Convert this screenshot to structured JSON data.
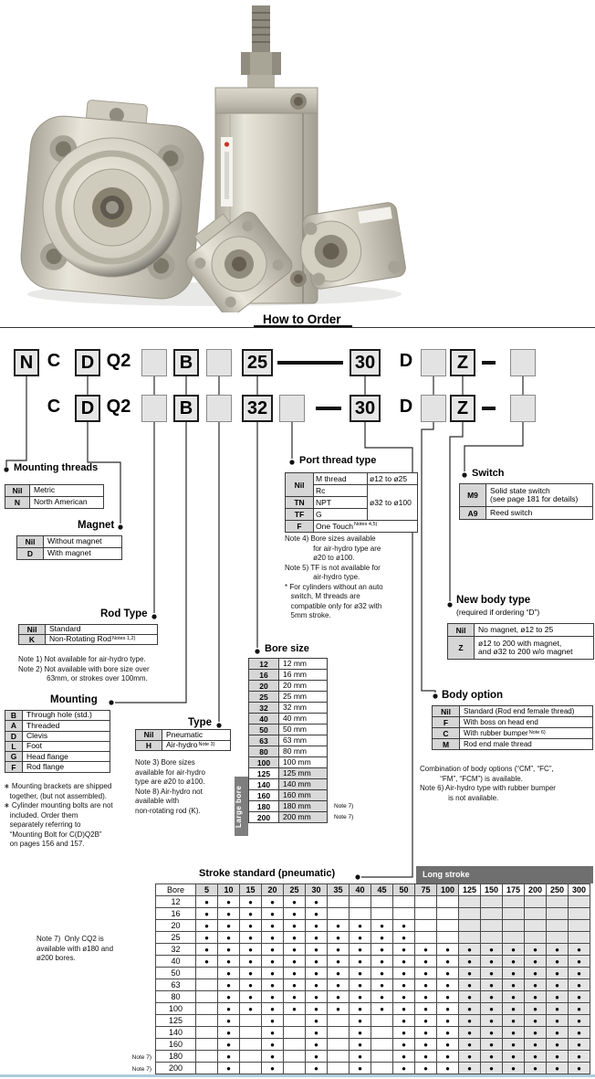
{
  "page": {
    "how_to_order": "How to Order"
  },
  "order": {
    "row1": [
      "N",
      "C",
      "D",
      "Q2",
      "",
      "B",
      "",
      "25",
      "—",
      "30",
      "D",
      "",
      "Z",
      "–",
      ""
    ],
    "row2": [
      "C",
      "D",
      "Q2",
      "",
      "B",
      "",
      "32",
      "",
      "—",
      "30",
      "D",
      "",
      "Z",
      "–",
      ""
    ]
  },
  "mounting_threads": {
    "title": "Mounting threads",
    "rows": [
      {
        "c": "Nil",
        "d": "Metric"
      },
      {
        "c": "N",
        "d": "North American"
      }
    ]
  },
  "magnet": {
    "title": "Magnet",
    "rows": [
      {
        "c": "Nil",
        "d": "Without magnet"
      },
      {
        "c": "D",
        "d": "With magnet"
      }
    ]
  },
  "rod_type": {
    "title": "Rod Type",
    "rows": [
      {
        "c": "Nil",
        "d": "Standard"
      },
      {
        "c": "K",
        "d": "Non-Rotating Rod",
        "sup": "Notes 1,2)"
      }
    ],
    "notes": [
      "Note 1) Not available for air-hydro type.",
      "Note 2) Not available with bore size over",
      "              63mm, or strokes over 100mm."
    ]
  },
  "mounting": {
    "title": "Mounting",
    "rows": [
      {
        "c": "B",
        "d": "Through hole (std.)"
      },
      {
        "c": "A",
        "d": "Threaded"
      },
      {
        "c": "D",
        "d": "Clevis"
      },
      {
        "c": "L",
        "d": "Foot"
      },
      {
        "c": "G",
        "d": "Head flange"
      },
      {
        "c": "F",
        "d": "Rod flange"
      }
    ],
    "notes": [
      "∗ Mounting brackets are shipped",
      "   together, (but not assembled).",
      "∗ Cylinder mounting bolts are not",
      "   included. Order them",
      "   separately referring to",
      "   “Mounting Bolt for C(D)Q2B”",
      "   on pages 156 and 157."
    ]
  },
  "type": {
    "title": "Type",
    "rows": [
      {
        "c": "Nil",
        "d": "Pneumatic"
      },
      {
        "c": "H",
        "d": "Air-hydro",
        "sup": "Note 3)"
      }
    ],
    "notes": [
      "Note 3) Bore sizes",
      "available for air-hydro",
      "type are ø20 to ø100.",
      "Note 8) Air-hydro not",
      "available with",
      "non-rotating rod (K)."
    ]
  },
  "port_thread": {
    "title": "Port thread type",
    "r_nil": "Nil",
    "r_m": "M thread",
    "range_small": "ø12 to ø25",
    "r_rc": "Rc",
    "r_tn_c": "TN",
    "r_tn": "NPT",
    "range_large": "ø32 to ø100",
    "r_tf_c": "TF",
    "r_tf": "G",
    "r_f_c": "F",
    "r_f": "One Touch",
    "r_f_sup": "Notes 4,5)",
    "notes": [
      "Note 4) Bore sizes available",
      "              for air-hydro type are",
      "              ø20 to ø100.",
      "Note 5) TF is not available for",
      "              air-hydro type.",
      "* For cylinders without an auto",
      "   switch, M threads are",
      "   compatible only for ø32 with",
      "   5mm stroke."
    ]
  },
  "bore_size": {
    "title": "Bore size",
    "large_bore_label": "Large bore",
    "rows": [
      {
        "c": "12",
        "d": "12 mm"
      },
      {
        "c": "16",
        "d": "16 mm"
      },
      {
        "c": "20",
        "d": "20 mm"
      },
      {
        "c": "25",
        "d": "25 mm"
      },
      {
        "c": "32",
        "d": "32 mm"
      },
      {
        "c": "40",
        "d": "40 mm"
      },
      {
        "c": "50",
        "d": "50 mm"
      },
      {
        "c": "63",
        "d": "63 mm"
      },
      {
        "c": "80",
        "d": "80 mm"
      },
      {
        "c": "100",
        "d": "100 mm"
      },
      {
        "c": "125",
        "d": "125 mm"
      },
      {
        "c": "140",
        "d": "140 mm"
      },
      {
        "c": "160",
        "d": "160 mm"
      },
      {
        "c": "180",
        "d": "180 mm",
        "note": "Note 7)"
      },
      {
        "c": "200",
        "d": "200 mm",
        "note": "Note 7)"
      }
    ]
  },
  "switch": {
    "title": "Switch",
    "rows": [
      {
        "c": "M9",
        "d": [
          "Solid state switch",
          "(see page 181 for details)"
        ]
      },
      {
        "c": "A9",
        "d": [
          "Reed switch"
        ]
      }
    ]
  },
  "new_body": {
    "title": "New body type",
    "subtitle": "(required if ordering “D”)",
    "rows": [
      {
        "c": "Nil",
        "d": [
          "No magnet, ø12 to 25"
        ]
      },
      {
        "c": "Z",
        "d": [
          "ø12 to 200 with magnet,",
          "and ø32 to 200 w/o magnet"
        ]
      }
    ]
  },
  "body_option": {
    "title": "Body option",
    "rows": [
      {
        "c": "Nil",
        "d": "Standard (Rod end female thread)"
      },
      {
        "c": "F",
        "d": "With boss on head end"
      },
      {
        "c": "C",
        "d": "With rubber bumper",
        "sup": "Note 6)"
      },
      {
        "c": "M",
        "d": "Rod end male thread"
      }
    ],
    "notes": [
      "Combination of body options (“CM”, “FC”,",
      "          “FM”, “FCM”) is available.",
      "Note 6) Air-hydro type with rubber bumper",
      "              is not available."
    ]
  },
  "stroke_table": {
    "title": "Stroke standard (pneumatic)",
    "long_stroke_label": "Long stroke",
    "bore_header": "Bore",
    "strokes": [
      5,
      10,
      15,
      20,
      25,
      30,
      35,
      40,
      45,
      50,
      75,
      100,
      125,
      150,
      175,
      200,
      250,
      300
    ],
    "long_stroke_from": 125,
    "rows": [
      {
        "bore": "12",
        "strokes": [
          5,
          10,
          15,
          20,
          25,
          30
        ]
      },
      {
        "bore": "16",
        "strokes": [
          5,
          10,
          15,
          20,
          25,
          30
        ]
      },
      {
        "bore": "20",
        "strokes": [
          5,
          10,
          15,
          20,
          25,
          30,
          35,
          40,
          45,
          50
        ]
      },
      {
        "bore": "25",
        "strokes": [
          5,
          10,
          15,
          20,
          25,
          30,
          35,
          40,
          45,
          50
        ]
      },
      {
        "bore": "32",
        "strokes": [
          5,
          10,
          15,
          20,
          25,
          30,
          35,
          40,
          45,
          50,
          75,
          100,
          125,
          150,
          175,
          200,
          250,
          300
        ]
      },
      {
        "bore": "40",
        "strokes": [
          5,
          10,
          15,
          20,
          25,
          30,
          35,
          40,
          45,
          50,
          75,
          100,
          125,
          150,
          175,
          200,
          250,
          300
        ]
      },
      {
        "bore": "50",
        "strokes": [
          10,
          15,
          20,
          25,
          30,
          35,
          40,
          45,
          50,
          75,
          100,
          125,
          150,
          175,
          200,
          250,
          300
        ]
      },
      {
        "bore": "63",
        "strokes": [
          10,
          15,
          20,
          25,
          30,
          35,
          40,
          45,
          50,
          75,
          100,
          125,
          150,
          175,
          200,
          250,
          300
        ]
      },
      {
        "bore": "80",
        "strokes": [
          10,
          15,
          20,
          25,
          30,
          35,
          40,
          45,
          50,
          75,
          100,
          125,
          150,
          175,
          200,
          250,
          300
        ]
      },
      {
        "bore": "100",
        "strokes": [
          10,
          15,
          20,
          25,
          30,
          35,
          40,
          45,
          50,
          75,
          100,
          125,
          150,
          175,
          200,
          250,
          300
        ]
      },
      {
        "bore": "125",
        "strokes": [
          10,
          20,
          30,
          40,
          50,
          75,
          100,
          125,
          150,
          175,
          200,
          250,
          300
        ]
      },
      {
        "bore": "140",
        "strokes": [
          10,
          20,
          30,
          40,
          50,
          75,
          100,
          125,
          150,
          175,
          200,
          250,
          300
        ]
      },
      {
        "bore": "160",
        "strokes": [
          10,
          20,
          30,
          40,
          50,
          75,
          100,
          125,
          150,
          175,
          200,
          250,
          300
        ]
      },
      {
        "bore": "180",
        "strokes": [
          10,
          20,
          30,
          40,
          50,
          75,
          100,
          125,
          150,
          175,
          200,
          250,
          300
        ],
        "note": "Note 7)"
      },
      {
        "bore": "200",
        "strokes": [
          10,
          20,
          30,
          40,
          50,
          75,
          100,
          125,
          150,
          175,
          200,
          250,
          300
        ],
        "note": "Note 7)"
      }
    ],
    "side_note": [
      "Note 7)  Only CQ2 is",
      "available with ø180 and",
      "ø200 bores."
    ]
  }
}
